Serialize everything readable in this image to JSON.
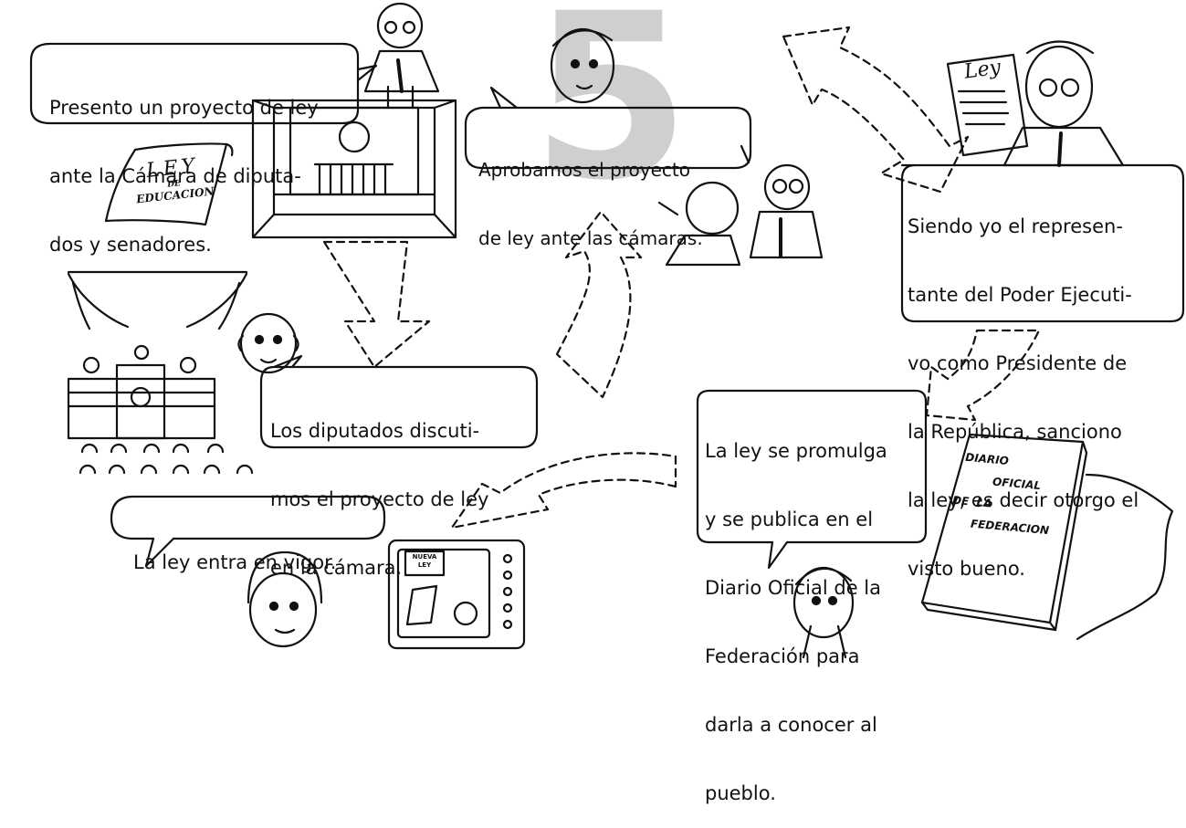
{
  "step_number": "5",
  "bubbles": {
    "present": [
      "Presento un proyecto de ley",
      "ante la Cámara de diputa-",
      "dos y senadores."
    ],
    "approve": [
      "Aprobamos el proyecto",
      "de ley ante las cámaras."
    ],
    "president": [
      "Siendo yo el represen-",
      "tante del Poder Ejecuti-",
      "vo como Presidente de",
      "la República, sanciono",
      "la ley, es decir otorgo el",
      "visto bueno."
    ],
    "discuss": [
      "Los diputados discuti-",
      "mos el proyecto de ley",
      "en la cámara."
    ],
    "promulgate": [
      "La ley se promulga",
      "y se publica en el",
      "Diario Oficial de la",
      "Federación para",
      "darla a conocer al",
      "pueblo."
    ],
    "vigor": [
      "La ley entra en vigor."
    ]
  },
  "props": {
    "scroll": [
      "LEY",
      "DE",
      "EDUCACION"
    ],
    "president_doc": [
      "Ley"
    ],
    "book": [
      "DIARIO",
      "OFICIAL",
      "DE  LA",
      "FEDERACION"
    ],
    "tv_sign": [
      "NUEVA",
      "LEY"
    ]
  },
  "colors": {
    "ink": "#111111",
    "big_number": "#cfcfcf"
  }
}
